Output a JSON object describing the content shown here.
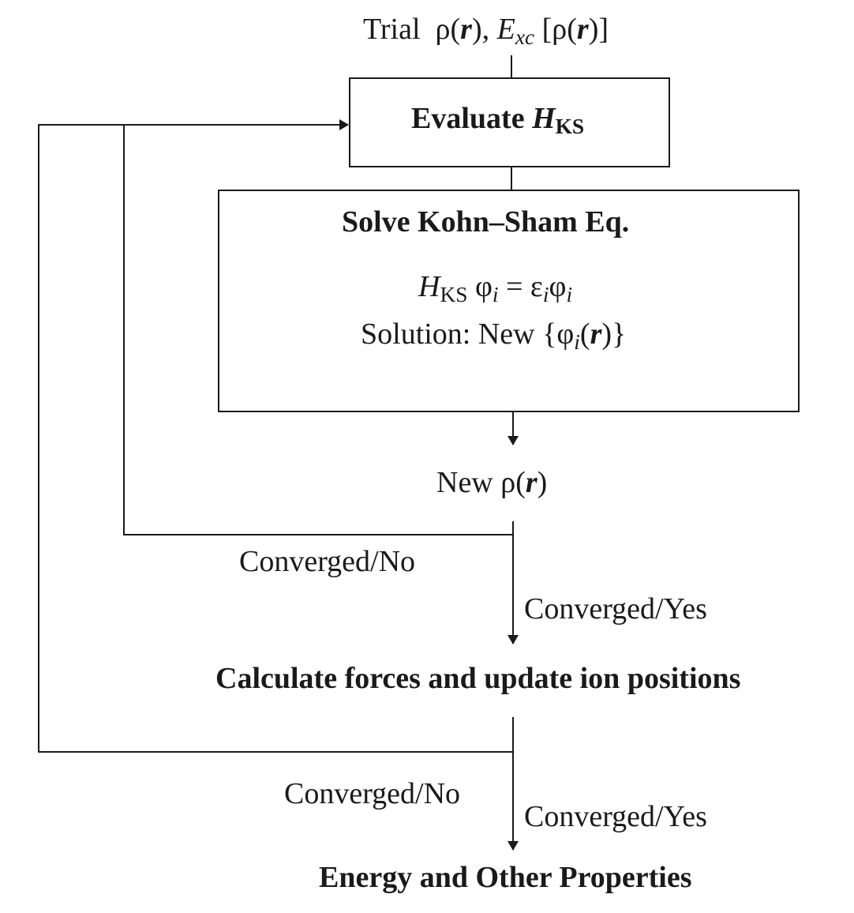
{
  "trial": {
    "prefix": "Trial",
    "rho": "ρ",
    "open": "(",
    "r": "r",
    "close_comma": "),",
    "E": "E",
    "xc": "xc",
    "bracket_open": "[ρ(",
    "bracket_close": ")]"
  },
  "evaluate_box": {
    "label": "Evaluate",
    "H": "H",
    "sub": "KS"
  },
  "solve_box": {
    "title": "Solve Kohn–Sham Eq.",
    "eq_H": "H",
    "eq_sub": "KS",
    "eq_phi": "φ",
    "eq_i": "i",
    "eq_eq": "=",
    "eq_eps": "ε",
    "eq_i2": "i",
    "eq_phi2": "φ",
    "eq_i3": "i",
    "solution_prefix": "Solution: New {φ",
    "solution_i": "i",
    "solution_open": "(",
    "solution_r": "r",
    "solution_close": ")}"
  },
  "new_rho": {
    "prefix": "New ρ(",
    "r": "r",
    "close": ")"
  },
  "edges": {
    "inner_no": "Converged/No",
    "inner_yes": "Converged/Yes",
    "outer_no": "Converged/No",
    "outer_yes": "Converged/Yes"
  },
  "forces_step": "Calculate forces and update ion positions",
  "final_step": "Energy and Other Properties",
  "colors": {
    "stroke": "#1a1a1a",
    "text": "#1a1a1a"
  }
}
